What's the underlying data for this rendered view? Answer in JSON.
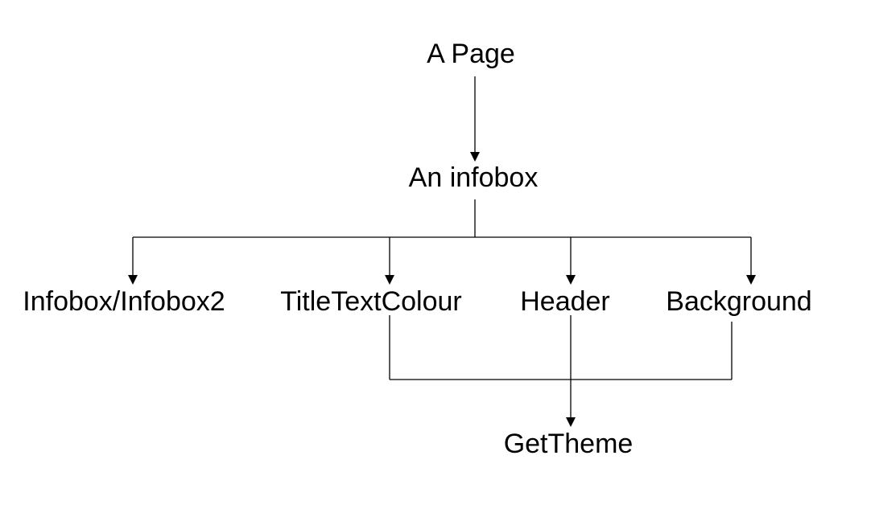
{
  "diagram": {
    "type": "tree",
    "colors": {
      "line": "#000000",
      "text": "#000000",
      "background": "#ffffff"
    },
    "nodes": [
      {
        "id": "page",
        "label": "A Page"
      },
      {
        "id": "infobox",
        "label": "An infobox"
      },
      {
        "id": "infobox2",
        "label": "Infobox/Infobox2"
      },
      {
        "id": "titletextcolour",
        "label": "TitleTextColour"
      },
      {
        "id": "header",
        "label": "Header"
      },
      {
        "id": "background",
        "label": "Background"
      },
      {
        "id": "gettheme",
        "label": "GetTheme"
      }
    ],
    "edges": [
      {
        "from": "page",
        "to": "infobox"
      },
      {
        "from": "infobox",
        "to": "infobox2"
      },
      {
        "from": "infobox",
        "to": "titletextcolour"
      },
      {
        "from": "infobox",
        "to": "header"
      },
      {
        "from": "infobox",
        "to": "background"
      },
      {
        "from": "titletextcolour",
        "to": "gettheme"
      },
      {
        "from": "header",
        "to": "gettheme"
      },
      {
        "from": "background",
        "to": "gettheme"
      }
    ]
  }
}
